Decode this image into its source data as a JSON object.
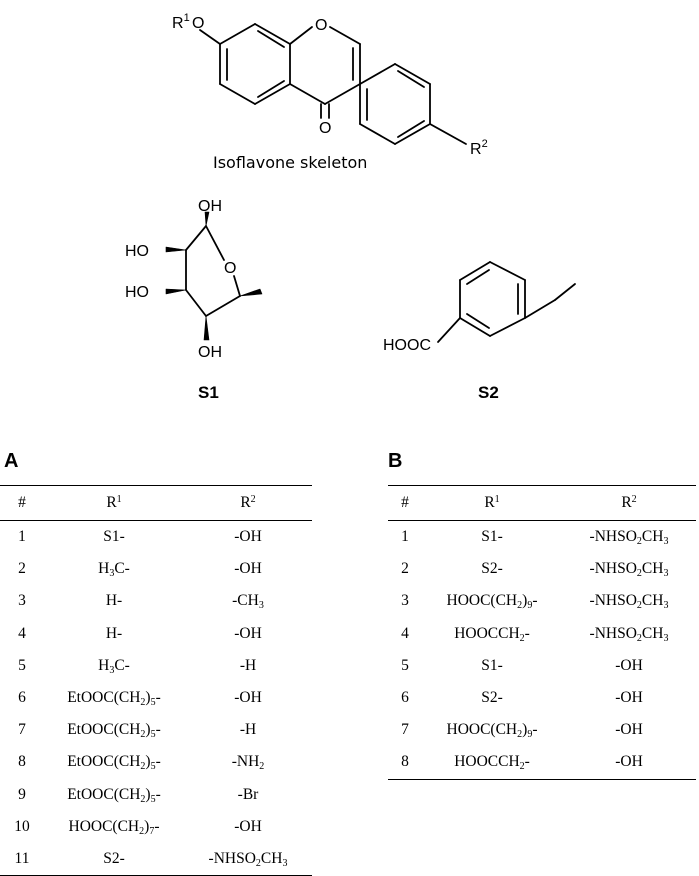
{
  "structures": {
    "skeleton": {
      "caption": "Isoflavone skeleton",
      "r1_base": "R",
      "r1_sup": "1",
      "r2_base": "R",
      "r2_sup": "2",
      "o_ring": "O",
      "o_carbonyl": "O",
      "o_ether": "O"
    },
    "s1": {
      "label": "S1",
      "oh_top": "OH",
      "ho_upper": "HO",
      "ho_lower": "HO",
      "oh_bottom": "OH",
      "o_ring": "O"
    },
    "s2": {
      "label": "S2",
      "acid": "HOOC"
    }
  },
  "table_a": {
    "panel_label": "A",
    "headers": {
      "num": "#",
      "r1": "R¹",
      "r2": "R²"
    },
    "rows": [
      {
        "num": "1",
        "r1": "S1-",
        "r2": "-OH"
      },
      {
        "num": "2",
        "r1": "H₃C-",
        "r2": "-OH"
      },
      {
        "num": "3",
        "r1": "H-",
        "r2": "-CH₃"
      },
      {
        "num": "4",
        "r1": "H-",
        "r2": "-OH"
      },
      {
        "num": "5",
        "r1": "H₃C-",
        "r2": "-H"
      },
      {
        "num": "6",
        "r1": "EtOOC(CH₂)₅-",
        "r2": "-OH"
      },
      {
        "num": "7",
        "r1": "EtOOC(CH₂)₅-",
        "r2": "-H"
      },
      {
        "num": "8",
        "r1": "EtOOC(CH₂)₅-",
        "r2": "-NH₂"
      },
      {
        "num": "9",
        "r1": "EtOOC(CH₂)₅-",
        "r2": "-Br"
      },
      {
        "num": "10",
        "r1": "HOOC(CH₂)₇-",
        "r2": "-OH"
      },
      {
        "num": "11",
        "r1": "S2-",
        "r2": "-NHSO₂CH₃"
      }
    ]
  },
  "table_b": {
    "panel_label": "B",
    "headers": {
      "num": "#",
      "r1": "R¹",
      "r2": "R²"
    },
    "rows": [
      {
        "num": "1",
        "r1": "S1-",
        "r2": "-NHSO₂CH₃"
      },
      {
        "num": "2",
        "r1": "S2-",
        "r2": "-NHSO₂CH₃"
      },
      {
        "num": "3",
        "r1": "HOOC(CH₂)₉-",
        "r2": "-NHSO₂CH₃"
      },
      {
        "num": "4",
        "r1": "HOOCCH₂-",
        "r2": "-NHSO₂CH₃"
      },
      {
        "num": "5",
        "r1": "S1-",
        "r2": "-OH"
      },
      {
        "num": "6",
        "r1": "S2-",
        "r2": "-OH"
      },
      {
        "num": "7",
        "r1": "HOOC(CH₂)₉-",
        "r2": "-OH"
      },
      {
        "num": "8",
        "r1": "HOOCCH₂-",
        "r2": "-OH"
      }
    ]
  }
}
